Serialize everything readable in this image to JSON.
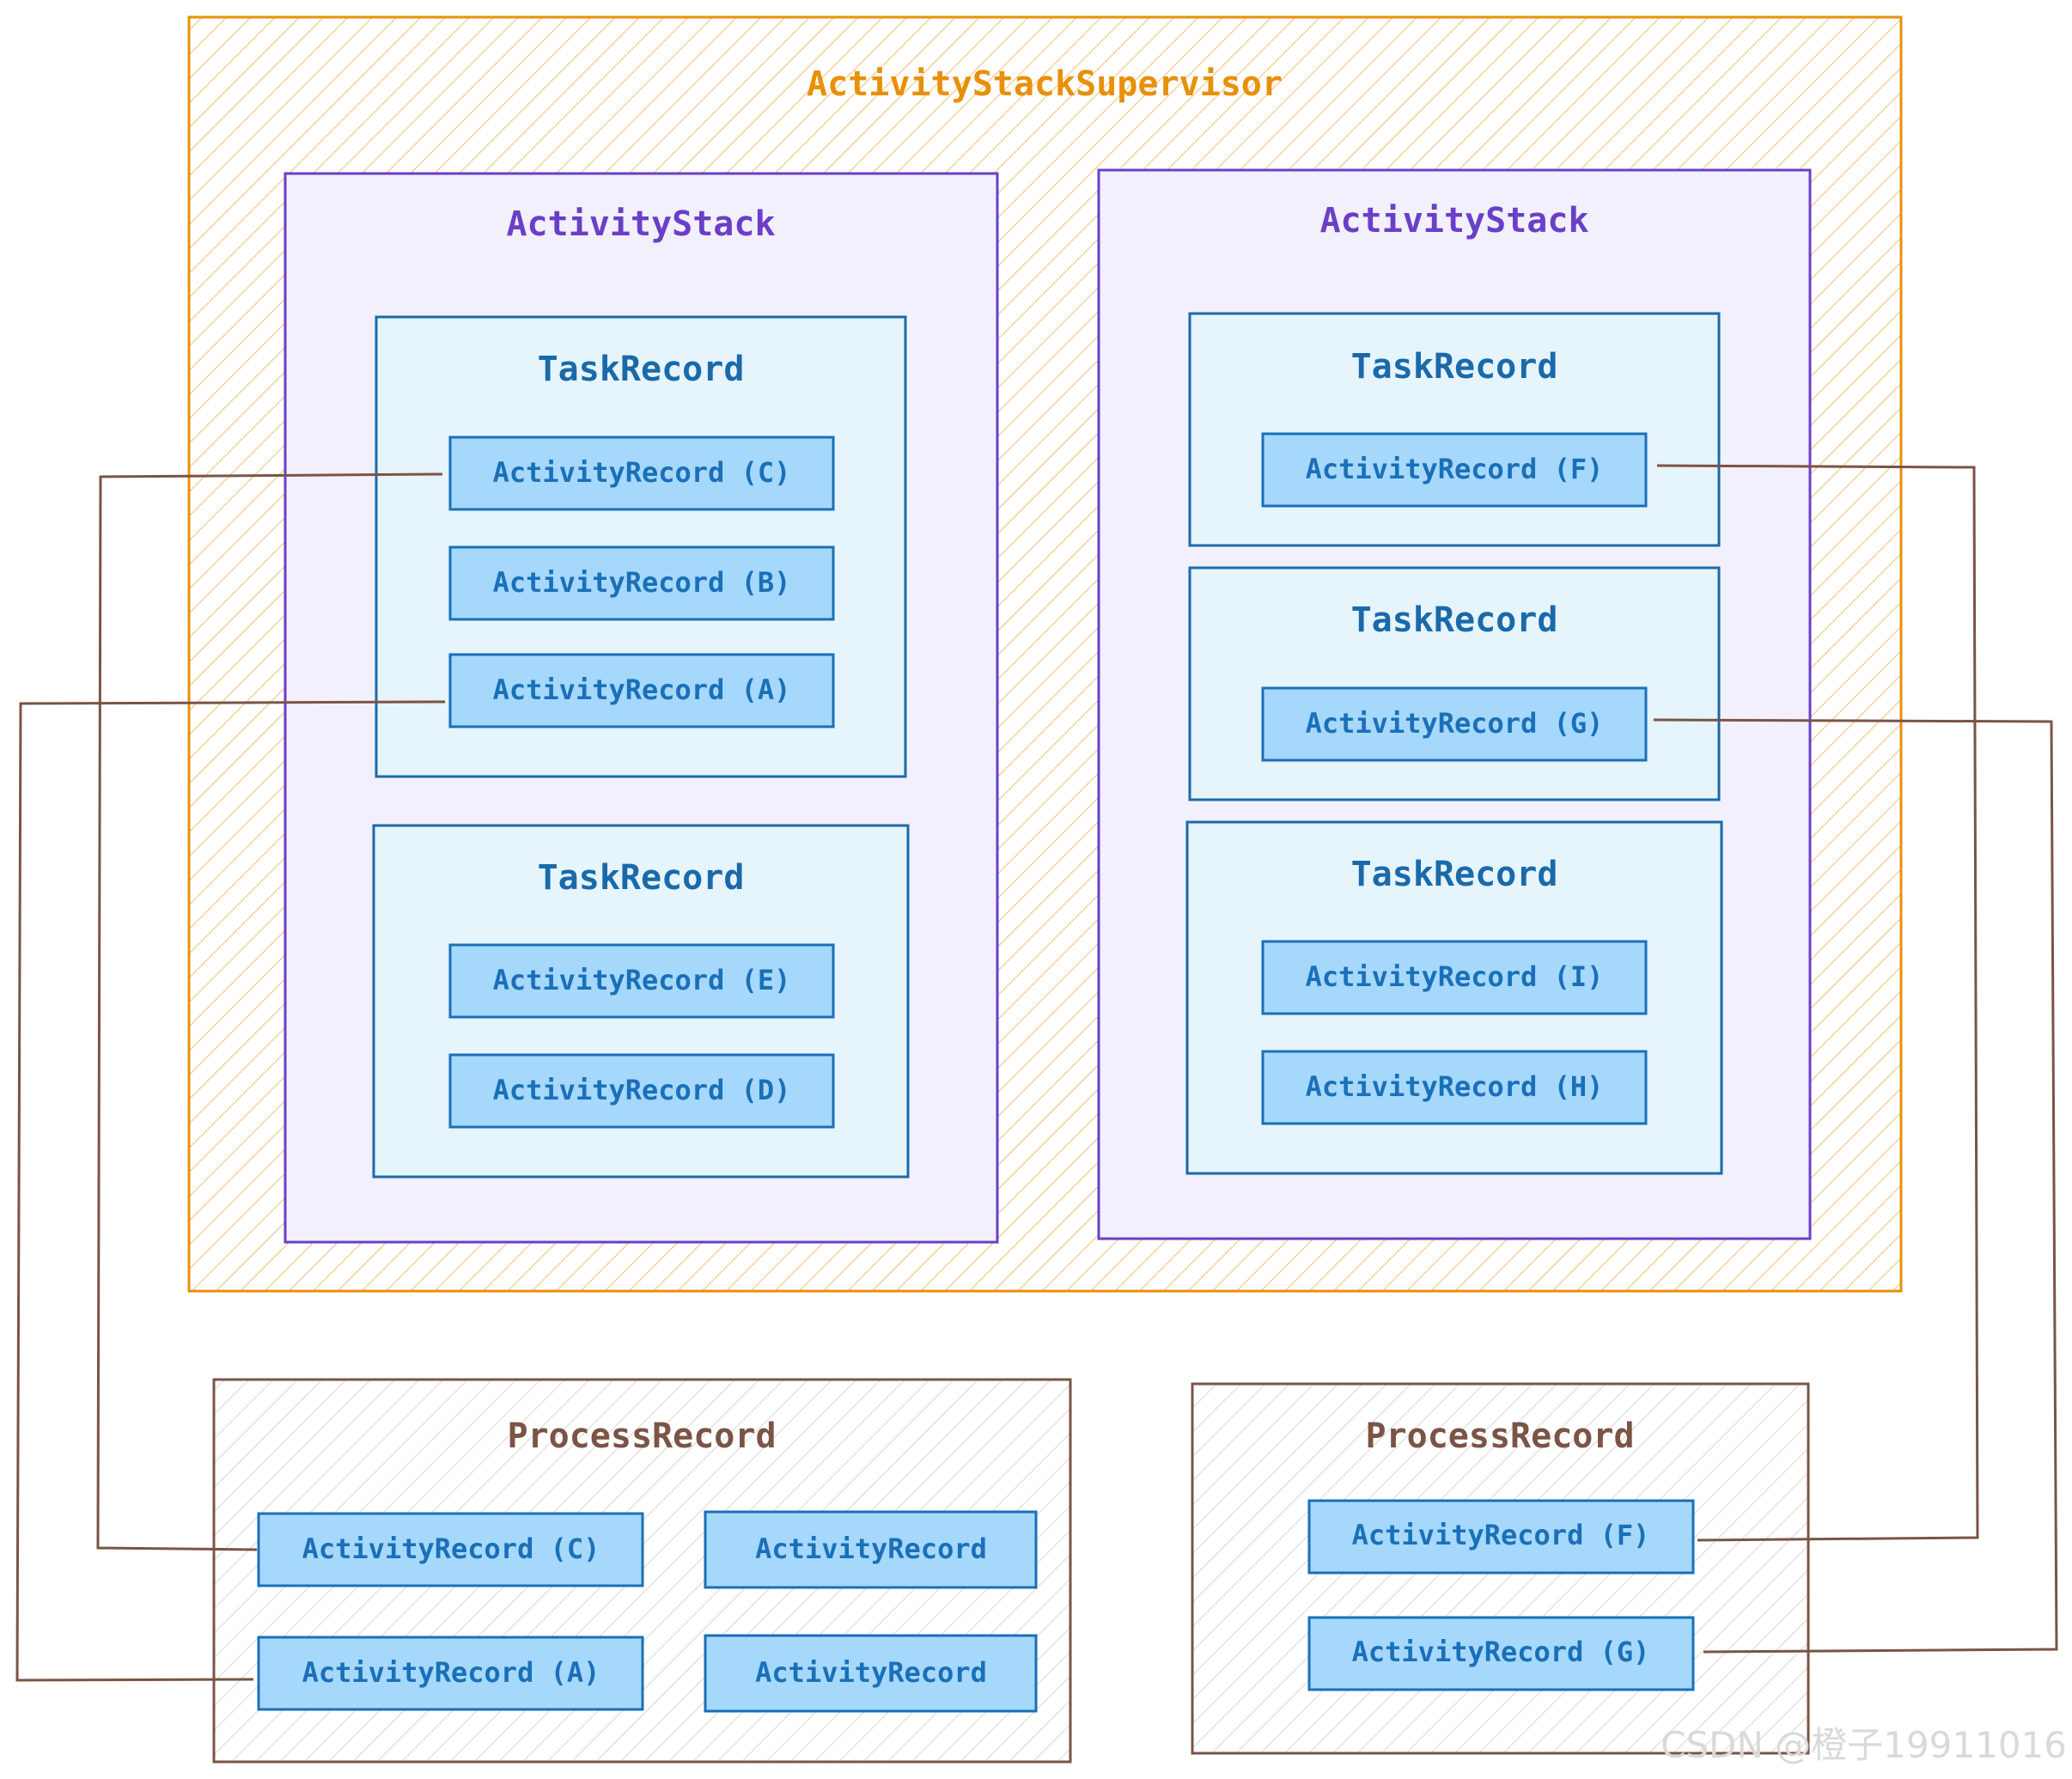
{
  "supervisor": {
    "label": "ActivityStackSupervisor"
  },
  "stacks": [
    {
      "label": "ActivityStack",
      "tasks": [
        {
          "label": "TaskRecord",
          "activities": [
            "ActivityRecord (C)",
            "ActivityRecord (B)",
            "ActivityRecord (A)"
          ]
        },
        {
          "label": "TaskRecord",
          "activities": [
            "ActivityRecord (E)",
            "ActivityRecord (D)"
          ]
        }
      ]
    },
    {
      "label": "ActivityStack",
      "tasks": [
        {
          "label": "TaskRecord",
          "activities": [
            "ActivityRecord (F)"
          ]
        },
        {
          "label": "TaskRecord",
          "activities": [
            "ActivityRecord (G)"
          ]
        },
        {
          "label": "TaskRecord",
          "activities": [
            "ActivityRecord (I)",
            "ActivityRecord (H)"
          ]
        }
      ]
    }
  ],
  "processes": [
    {
      "label": "ProcessRecord",
      "activities": [
        "ActivityRecord (C)",
        "ActivityRecord",
        "ActivityRecord (A)",
        "ActivityRecord"
      ]
    },
    {
      "label": "ProcessRecord",
      "activities": [
        "ActivityRecord (F)",
        "ActivityRecord (G)"
      ]
    }
  ],
  "colors": {
    "supervisor_border": "#e8900a",
    "stack_border": "#6a3fc8",
    "stack_fill": "#f2f0fc",
    "task_border": "#1a6aaa",
    "task_fill": "#e6f4fc",
    "activity_border": "#1a70b8",
    "activity_fill": "#a6d8fb",
    "process_border": "#7a5445",
    "connector": "#7a5445"
  },
  "watermark": "CSDN @橙子19911016"
}
